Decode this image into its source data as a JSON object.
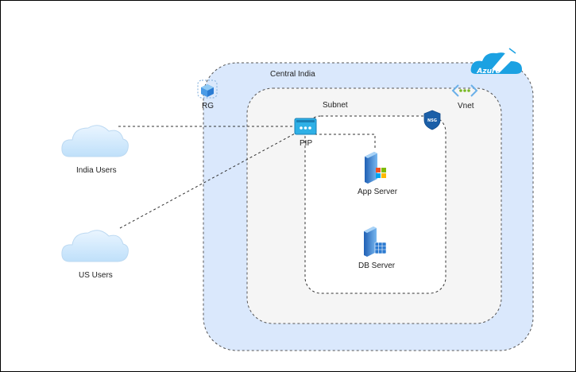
{
  "diagram": {
    "cloud_brand": "Azure",
    "region": {
      "label": "Central India"
    },
    "resource_group": {
      "label": "RG"
    },
    "subnet": {
      "label": "Subnet"
    },
    "vnet": {
      "label": "Vnet"
    },
    "nsg": {
      "badge": "NSG"
    },
    "pip": {
      "label": "PIP"
    },
    "app_server": {
      "label": "App Server"
    },
    "db_server": {
      "label": "DB Server"
    },
    "india_users": {
      "label": "India Users"
    },
    "us_users": {
      "label": "US Users"
    },
    "colors": {
      "region_fill": "#dae8fc",
      "subnet_fill": "#f5f5f5",
      "azure_cloud": "#1ba1e2",
      "user_cloud": "#d4eafc",
      "border_dash": "#555555"
    },
    "connections": [
      {
        "from": "India Users",
        "to": "PIP",
        "style": "dashed"
      },
      {
        "from": "US Users",
        "to": "PIP",
        "style": "dashed"
      },
      {
        "from": "PIP",
        "to": "App Server",
        "style": "dashed"
      }
    ]
  }
}
